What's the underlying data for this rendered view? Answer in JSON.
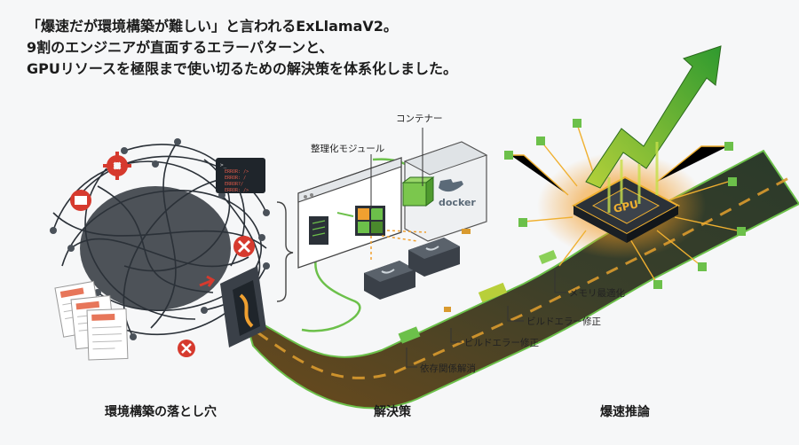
{
  "headline": {
    "line1": "「爆速だが環境構築が難しい」と言われるExLlamaV2。",
    "line2": "9割のエンジニアが直面するエラーパターンと、",
    "line3": "GPUリソースを極限まで使い切るための解決策を体系化しました。"
  },
  "callouts": {
    "container": "コンテナー",
    "module": "整理化モジュール",
    "memory": "メモリ最適化",
    "build_fix_1": "ビルドエラー修正",
    "build_fix_2": "ビルドエラー修正",
    "dependency": "依存関係解消"
  },
  "sections": {
    "left": "環境構築の落とし穴",
    "middle": "解決策",
    "right": "爆速推論"
  },
  "terminal": {
    "prompt": ">_",
    "lines": [
      "ERROR: />",
      "ERROR: /",
      "ERROR?/",
      "ERROR: />"
    ]
  },
  "chip": {
    "label": "GPU"
  },
  "docker": {
    "label": "docker"
  },
  "colors": {
    "accent_green": "#6cc04a",
    "dark": "#2b3138",
    "orange": "#f0a030",
    "error_red": "#d63a2e"
  }
}
